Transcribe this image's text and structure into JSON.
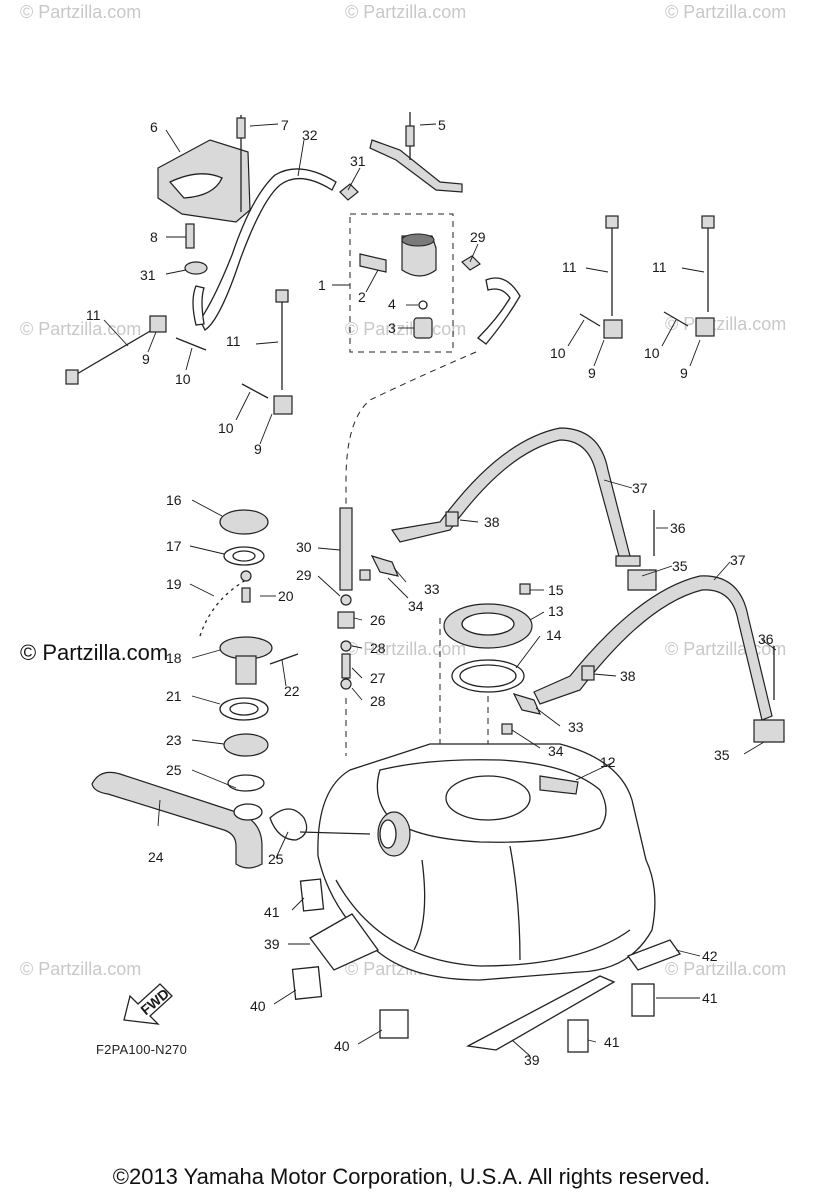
{
  "watermark": "© Partzilla.com",
  "brand_watermark": "© Partzilla.com",
  "diagram_code": "F2PA100-N270",
  "fwd_label": "FWD",
  "copyright": "©2013  Yamaha Motor Corporation, U.S.A. All rights reserved.",
  "callouts": [
    "1",
    "2",
    "3",
    "4",
    "5",
    "6",
    "7",
    "8",
    "9",
    "9",
    "9",
    "9",
    "10",
    "10",
    "10",
    "10",
    "11",
    "11",
    "11",
    "11",
    "12",
    "13",
    "14",
    "15",
    "16",
    "17",
    "18",
    "19",
    "20",
    "21",
    "22",
    "23",
    "24",
    "25",
    "25",
    "26",
    "27",
    "28",
    "28",
    "29",
    "29",
    "30",
    "31",
    "31",
    "32",
    "33",
    "33",
    "34",
    "34",
    "35",
    "35",
    "36",
    "36",
    "37",
    "37",
    "38",
    "38",
    "39",
    "39",
    "40",
    "40",
    "41",
    "41",
    "41",
    "42"
  ]
}
